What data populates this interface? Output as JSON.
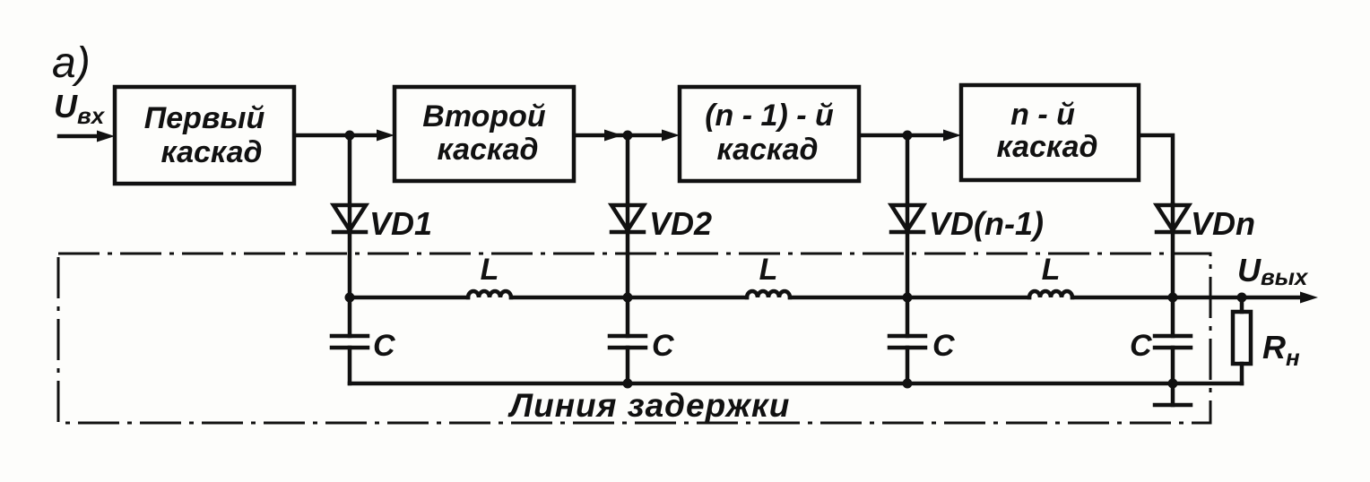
{
  "figure_label": "а)",
  "input": {
    "symbol": "U",
    "subscript": "вх"
  },
  "output": {
    "symbol": "U",
    "subscript": "вых"
  },
  "stages": [
    {
      "line1": "Первый",
      "line2": "каскад"
    },
    {
      "line1": "Второй",
      "line2": "каскад"
    },
    {
      "line1": "(n - 1) - й",
      "line2": "каскад"
    },
    {
      "line1": "n - й",
      "line2": "каскад"
    }
  ],
  "diodes": [
    "VD1",
    "VD2",
    "VD(n-1)",
    "VDn"
  ],
  "inductors": [
    "L",
    "L",
    "L"
  ],
  "capacitors": [
    "C",
    "C",
    "C",
    "C"
  ],
  "load": {
    "symbol": "R",
    "subscript": "н"
  },
  "delay_line_label": "Линия задержки",
  "colors": {
    "ink": "#111111",
    "paper": "#fdfdfb"
  }
}
